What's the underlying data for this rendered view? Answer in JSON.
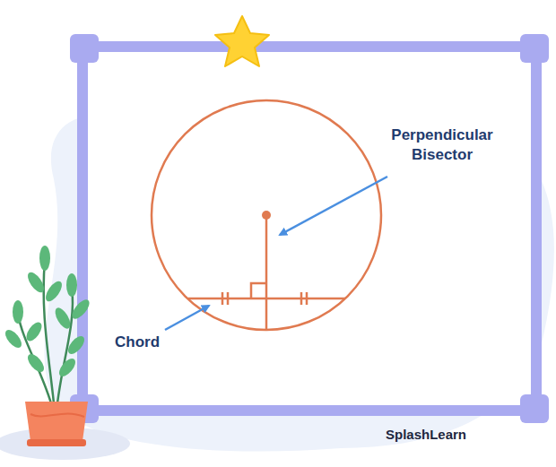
{
  "diagram": {
    "labels": [
      "Perpendicular Bisector",
      "Chord",
      "SplashLearn"
    ]
  }
}
